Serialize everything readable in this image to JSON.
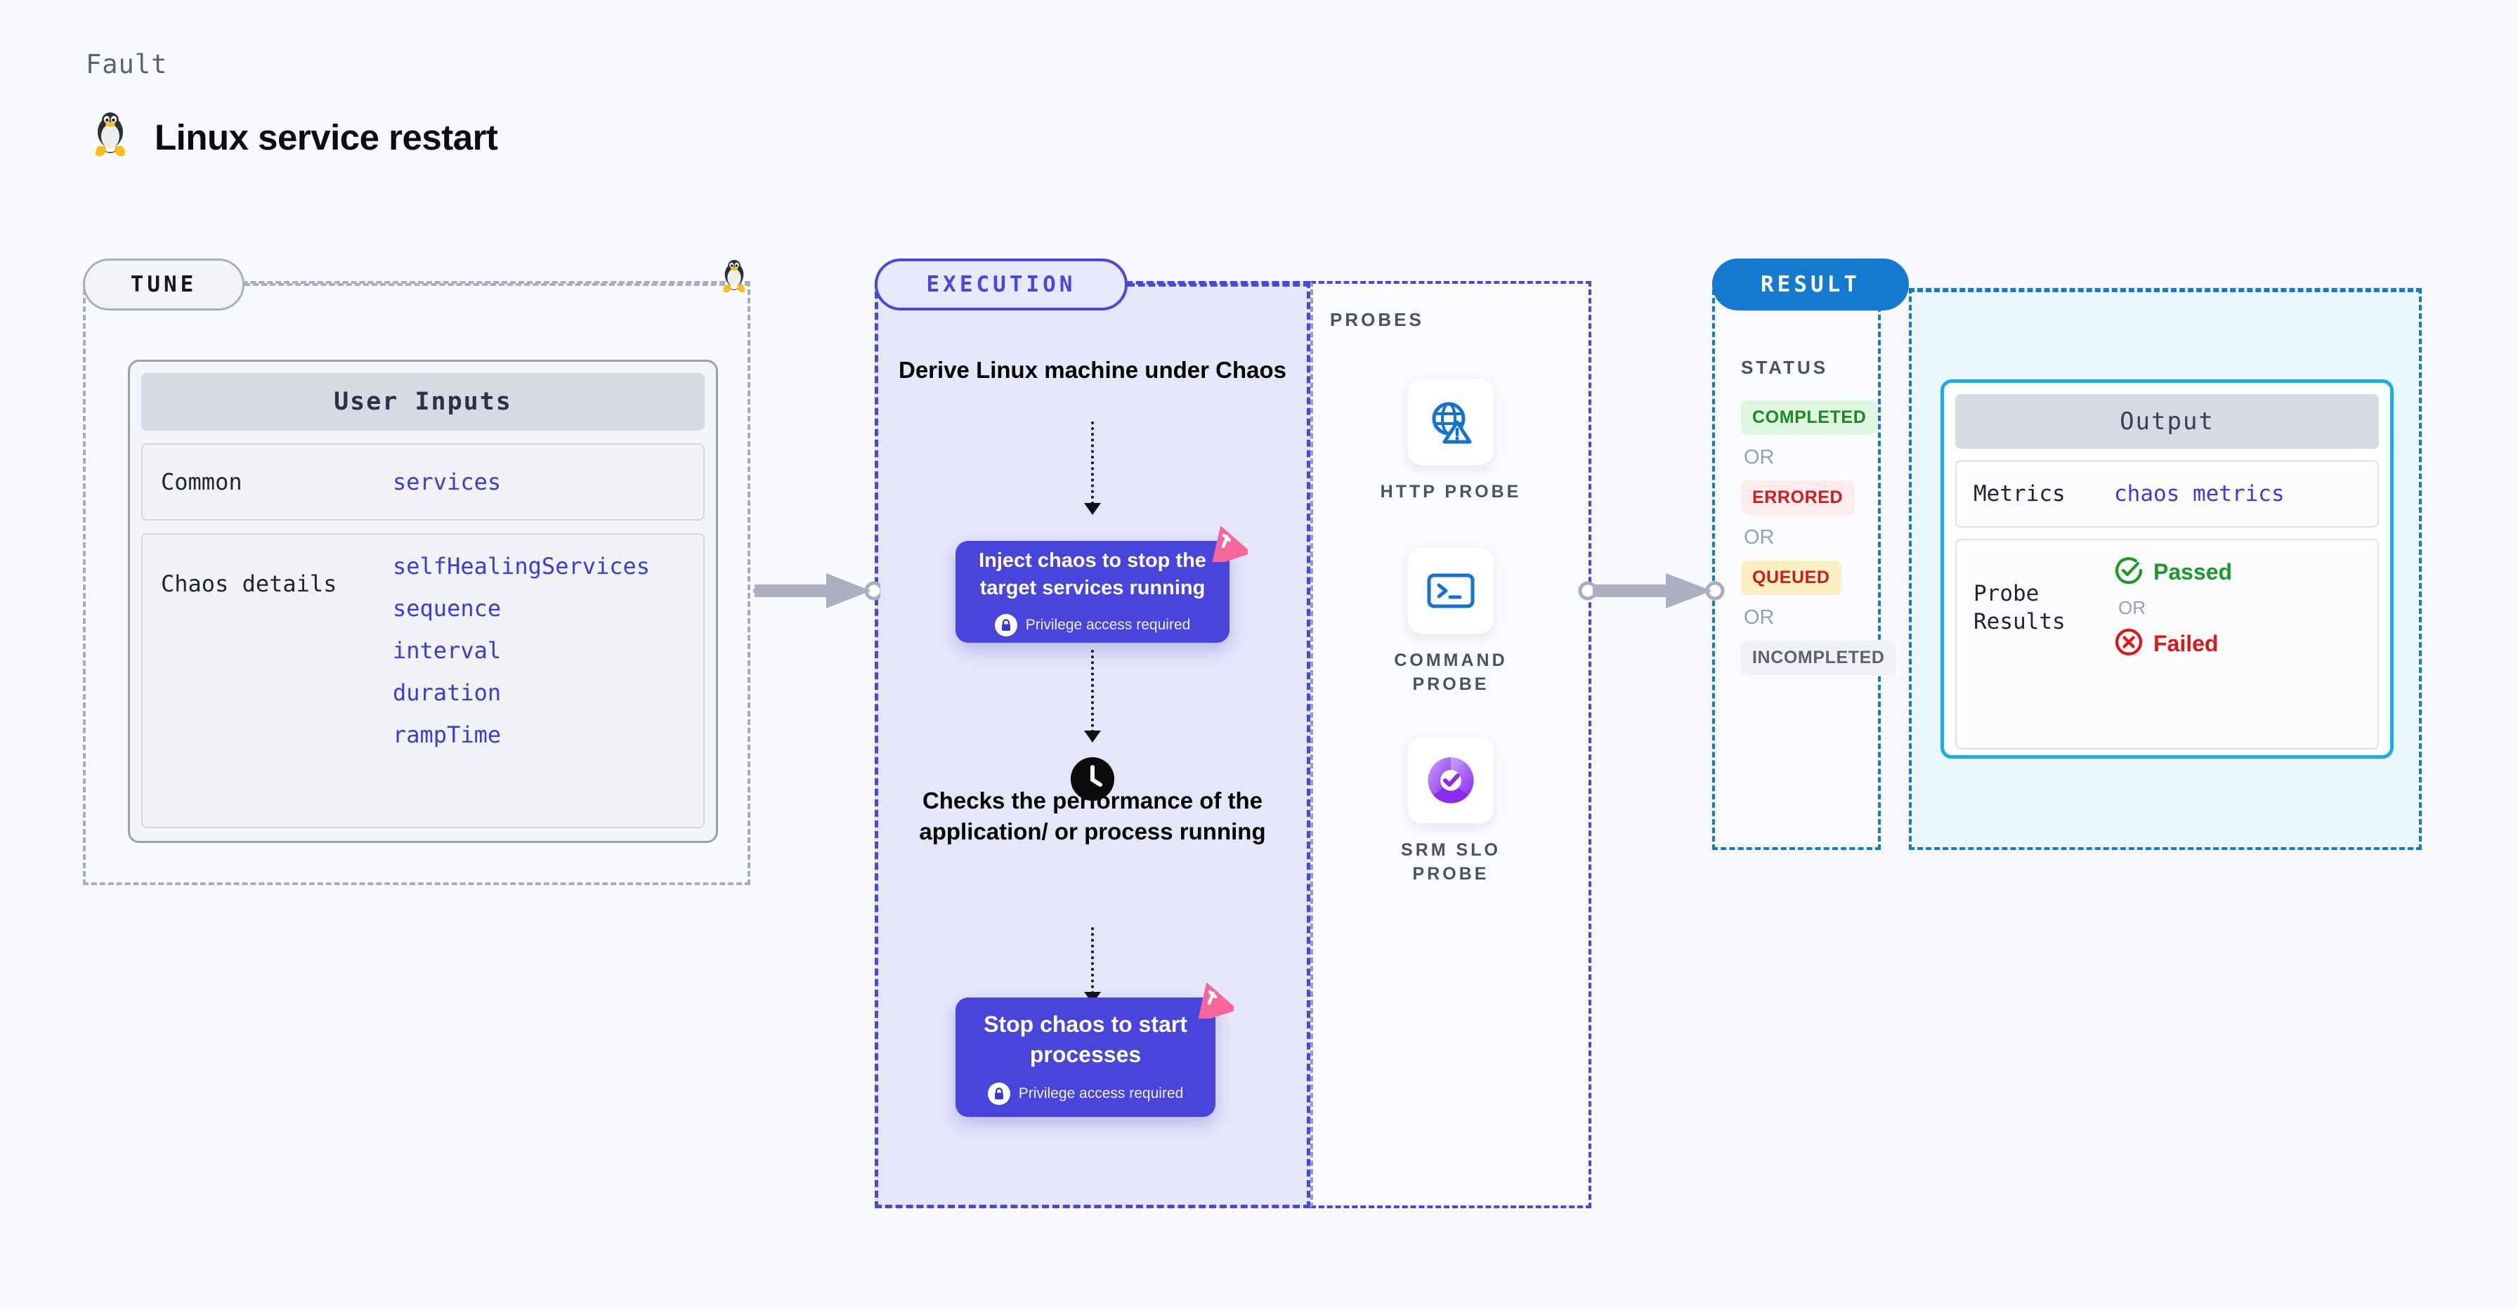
{
  "header": {
    "kicker": "Fault",
    "title": "Linux service restart",
    "icon": "linux-penguin-icon"
  },
  "stages": {
    "tune": "TUNE",
    "execution": "EXECUTION",
    "result": "RESULT"
  },
  "tune": {
    "card_title": "User Inputs",
    "sections": [
      {
        "label": "Common",
        "values": [
          "services"
        ]
      },
      {
        "label": "Chaos details",
        "values": [
          "selfHealingServices",
          "sequence",
          "interval",
          "duration",
          "rampTime"
        ]
      }
    ]
  },
  "execution": {
    "step_title": "Derive Linux machine under Chaos",
    "inject_card": {
      "title": "Inject chaos to stop the target services running",
      "privilege": "Privilege access required"
    },
    "check_text": "Checks the performance of the application/ or process running",
    "stop_card": {
      "title": "Stop chaos to start processes",
      "privilege": "Privilege access required"
    }
  },
  "probes": {
    "title": "PROBES",
    "items": [
      {
        "name": "HTTP PROBE",
        "icon": "globe-warning-icon"
      },
      {
        "name": "COMMAND PROBE",
        "icon": "terminal-icon"
      },
      {
        "name": "SRM SLO PROBE",
        "icon": "slo-donut-check-icon"
      }
    ]
  },
  "result": {
    "status_title": "STATUS",
    "or": "OR",
    "statuses": [
      {
        "label": "COMPLETED",
        "fg": "#1A8A21",
        "bg": "#DEF7DE"
      },
      {
        "label": "ERRORED",
        "fg": "#D41A1A",
        "bg": "#FDECEC"
      },
      {
        "label": "QUEUED",
        "fg": "#CF1B1B",
        "bg": "#FCEFC4"
      },
      {
        "label": "INCOMPLETED",
        "fg": "#5A6275",
        "bg": "#F0F1F6"
      }
    ],
    "output": {
      "title": "Output",
      "metrics_label": "Metrics",
      "metrics_value": "chaos metrics",
      "probe_label": "Probe Results",
      "passed": "Passed",
      "failed": "Failed",
      "or": "OR"
    }
  },
  "colors": {
    "page_bg": "#F9FAFD",
    "purple": "#4845DC",
    "exec_bg": "#E6E6FB",
    "result_bg": "#EBF8FE",
    "result_accent": "#1479D1",
    "output_border": "#16AEE4",
    "pink": "#F9669B",
    "passed_green": "#1A9B28",
    "failed_red": "#E01616"
  }
}
